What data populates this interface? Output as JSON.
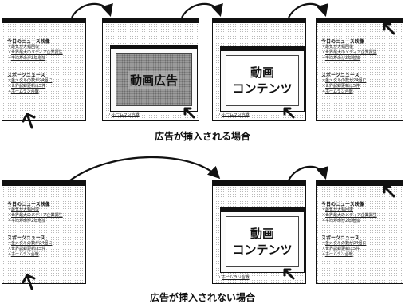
{
  "news": {
    "heading": "今日のニュース映像",
    "items": [
      "最気が大幅回復",
      "世界最大のメディア企業誕生",
      "平均寿命が2年増加"
    ]
  },
  "sports": {
    "heading": "スポーツニュース",
    "items": [
      "金メダルの数が24個に",
      "世界記録更新は5件",
      "ホームラン合戦"
    ]
  },
  "overlay": {
    "ad_label": "動画広告",
    "content_line1": "動画",
    "content_line2": "コンテンツ"
  },
  "captions": {
    "top": "広告が挿入される場合",
    "bottom": "広告が挿入されない場合"
  },
  "colors": {
    "frame": "#111111",
    "ad_fill": "#9a9a9a",
    "background": "#ffffff"
  },
  "icons": [
    "mouse-cursor-icon",
    "curved-arrow-icon"
  ]
}
